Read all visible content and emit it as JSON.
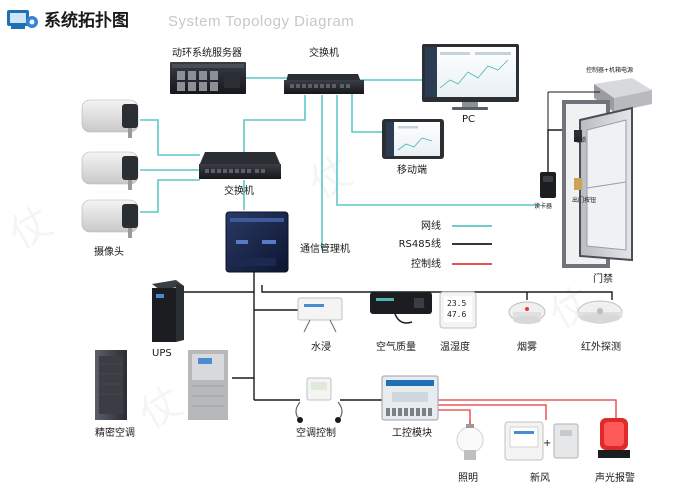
{
  "header": {
    "title_zh": "系统拓扑图",
    "title_en": "System Topology Diagram"
  },
  "labels": {
    "server": "动环系统服务器",
    "switch_top": "交换机",
    "pc": "PC",
    "mobile": "移动端",
    "controller": "控制器+机箱电源",
    "card_reader": "读卡器",
    "door_lock": "电锁",
    "exit_button": "出门按钮",
    "door_access": "门禁",
    "camera": "摄像头",
    "switch_mid": "交换机",
    "comm_manager": "通信管理机",
    "ups": "UPS",
    "precision_ac": "精密空调",
    "water_leak": "水浸",
    "air_quality": "空气质量",
    "temp_humidity": "温湿度",
    "smoke": "烟雾",
    "infrared": "红外探测",
    "ac_control": "空调控制",
    "io_module": "工控模块",
    "lighting": "照明",
    "fresh_air": "新风",
    "alarm": "声光报警"
  },
  "legend": [
    {
      "label": "网线",
      "color": "#5cc8c6"
    },
    {
      "label": "RS485线",
      "color": "#1a1a1a"
    },
    {
      "label": "控制线",
      "color": "#e63a3a"
    }
  ],
  "device_text": {
    "th_temp": "23.5",
    "th_hum": "47.6"
  },
  "colors": {
    "network": "#5cc8c6",
    "rs485": "#1a1a1a",
    "control": "#e63a3a",
    "accent": "#1f6fb5"
  }
}
